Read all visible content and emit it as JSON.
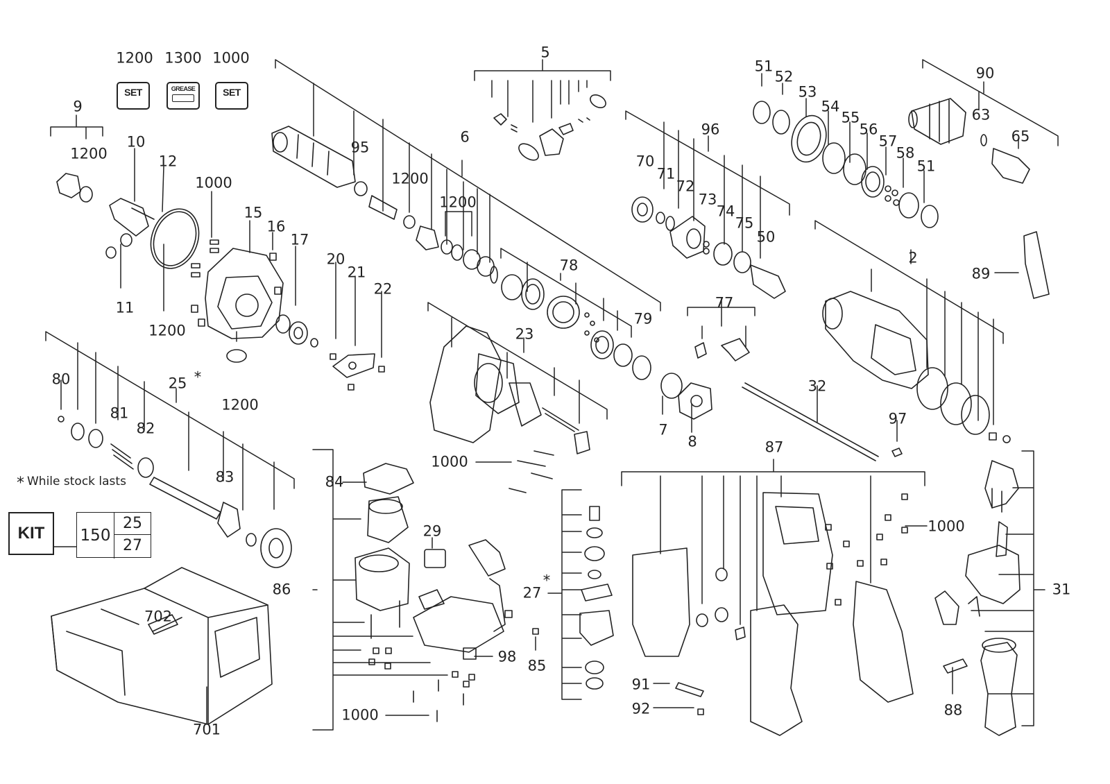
{
  "badges": [
    {
      "label": "1200",
      "text": "SET"
    },
    {
      "label": "1300",
      "text": "GREASE"
    },
    {
      "label": "1000",
      "text": "SET"
    }
  ],
  "note": {
    "star": "*",
    "text": "While stock lasts"
  },
  "kit": {
    "label": "KIT",
    "main": "150",
    "parts": [
      "25",
      "27"
    ]
  },
  "asterisks": [
    "*",
    "*"
  ],
  "parts": {
    "p9": "9",
    "p1200_a": "1200",
    "p10": "10",
    "p12": "12",
    "p11": "11",
    "p1200_b": "1200",
    "p1000_a": "1000",
    "p15": "15",
    "p16": "16",
    "p17": "17",
    "p1200_c": "1200",
    "p20": "20",
    "p21": "21",
    "p22": "22",
    "p95": "95",
    "p1200_d": "1200",
    "p6": "6",
    "p1200_e": "1200",
    "p78": "78",
    "p79": "79",
    "p5": "5",
    "p96": "96",
    "p70": "70",
    "p71": "71",
    "p72": "72",
    "p73": "73",
    "p74": "74",
    "p75": "75",
    "p50": "50",
    "p51_a": "51",
    "p52": "52",
    "p53": "53",
    "p54": "54",
    "p55": "55",
    "p56": "56",
    "p57": "57",
    "p58": "58",
    "p51_b": "51",
    "p90": "90",
    "p63": "63",
    "p65": "65",
    "p89": "89",
    "p2": "2",
    "p80": "80",
    "p25": "25",
    "p81": "81",
    "p82": "82",
    "p83": "83",
    "p23": "23",
    "p1000_b": "1000",
    "p7": "7",
    "p8": "8",
    "p77": "77",
    "p32": "32",
    "p97": "97",
    "p84": "84",
    "p29": "29",
    "p86": "86",
    "p98": "98",
    "p1000_c": "1000",
    "p27": "27",
    "p85": "85",
    "p87": "87",
    "p1000_d": "1000",
    "p91": "91",
    "p92": "92",
    "p31": "31",
    "p88": "88",
    "p702": "702",
    "p701": "701"
  }
}
